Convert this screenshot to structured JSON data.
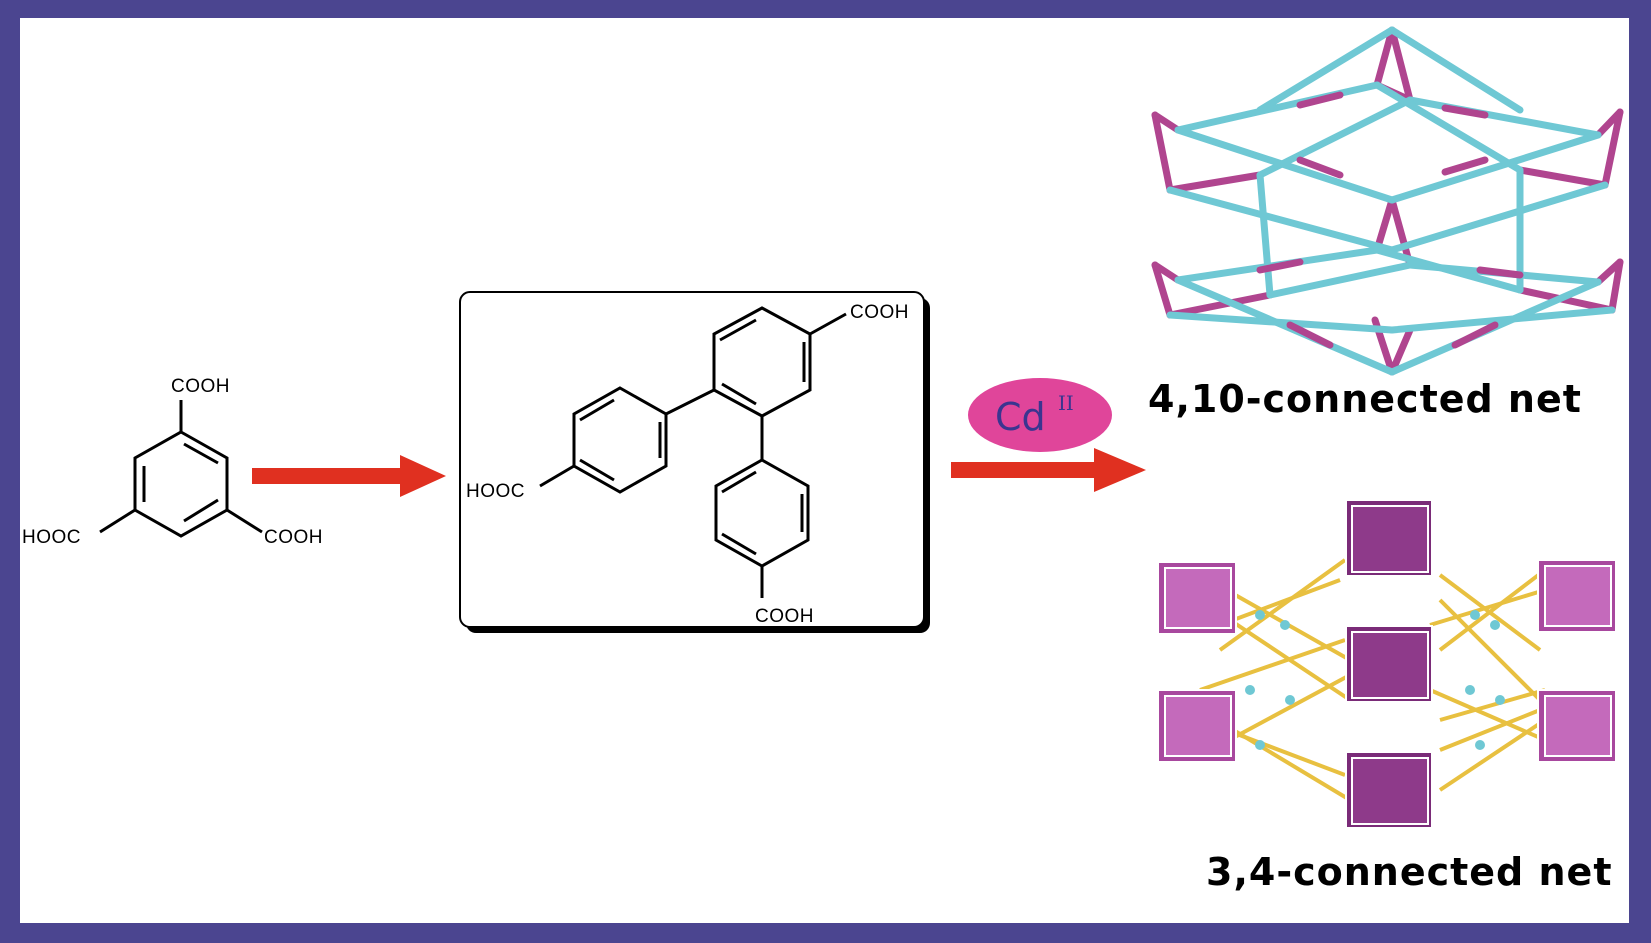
{
  "btc_molecule": {
    "top_group": "COOH",
    "left_group": "HOOC",
    "right_group": "COOH"
  },
  "ligand_box": {
    "top_right_group": "COOH",
    "left_group": "HOOC",
    "bottom_group": "COOH"
  },
  "reagent": {
    "metal": "Cd",
    "oxidation_state": "II",
    "badge_color": "#e0459a"
  },
  "nets": {
    "top_label": "4,10-connected net",
    "bottom_label": "3,4-connected net"
  },
  "colors": {
    "frame": "#4b4590",
    "arrow": "#e03020",
    "net_pink": "#b0458f",
    "net_cyan": "#6fc8d4",
    "box_purple": "#7a2b78",
    "rod_yellow": "#e8c040"
  }
}
